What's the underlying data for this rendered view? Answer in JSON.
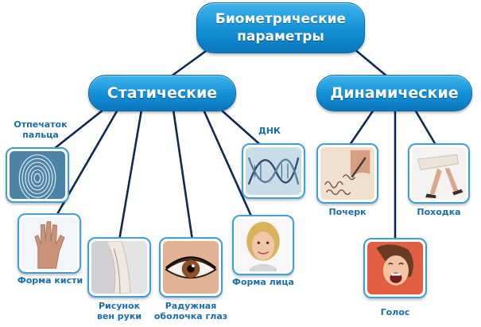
{
  "diagram": {
    "root": {
      "line1": "Биометрические",
      "line2": "параметры"
    },
    "static": {
      "label": "Статические"
    },
    "dynamic": {
      "label": "Динамические"
    },
    "static_items": {
      "fingerprint": {
        "line1": "Отпечаток",
        "line2": "пальца"
      },
      "dna": {
        "label": "ДНК"
      },
      "hand": {
        "label": "Форма кисти"
      },
      "veins": {
        "line1": "Рисунок",
        "line2": "вен руки"
      },
      "iris": {
        "line1": "Радужная",
        "line2": "оболочка глаз"
      },
      "face": {
        "label": "Форма лица"
      }
    },
    "dynamic_items": {
      "handwriting": {
        "label": "Почерк"
      },
      "gait": {
        "label": "Походка"
      },
      "voice": {
        "label": "Голос"
      }
    }
  },
  "colors": {
    "node_fill": "#128fd6",
    "connector": "#0d2a55",
    "label_text": "#1a6db0",
    "tile_border": "#3f9fd8"
  }
}
